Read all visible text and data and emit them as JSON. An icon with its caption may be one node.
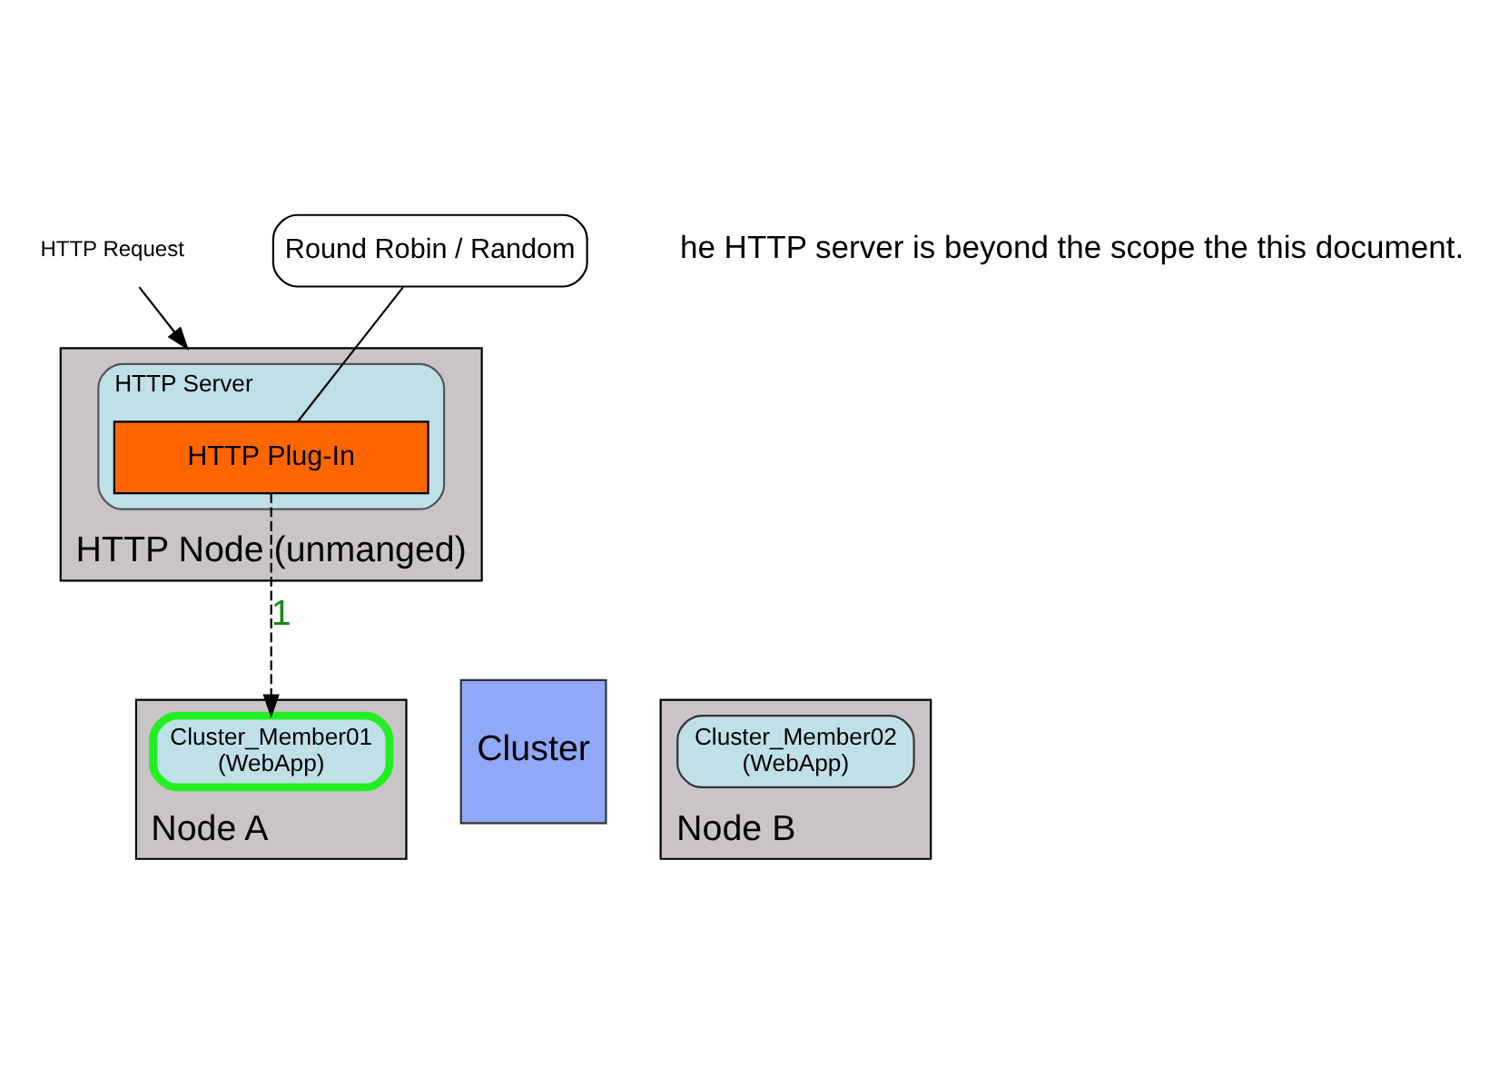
{
  "diagram": {
    "nodes": [
      {
        "text": [
          "HTTP Request"
        ]
      },
      {
        "text": [
          "HTTP Node (unmanged)"
        ]
      },
      {
        "text": [
          "HTTP Server"
        ],
        "in": 1
      },
      {
        "text": [
          "HTTP Plug-In"
        ],
        "in": 2
      },
      {
        "text": [
          "Round Robin / Random"
        ]
      },
      {
        "text": [
          "Node A"
        ]
      },
      {
        "text": [
          "Cluster"
        ]
      },
      {
        "text": [
          "Cluster_Member01",
          "(WebApp)"
        ],
        "in": 5
      },
      {
        "text": [
          "Node B"
        ]
      },
      {
        "text": [
          "Cluster_Member02",
          "(WebApp)"
        ],
        "in": 8
      }
    ],
    "edges": [
      {
        "from": 0,
        "to": 1,
        "arrow": "to"
      },
      {
        "from": 4,
        "to": 3,
        "arrow": "none"
      },
      {
        "from": 3,
        "to": 7,
        "arrow": "to",
        "label": "1",
        "style": "dashed"
      }
    ],
    "labels": [
      "he HTTP server is beyond the scope the this document."
    ]
  }
}
